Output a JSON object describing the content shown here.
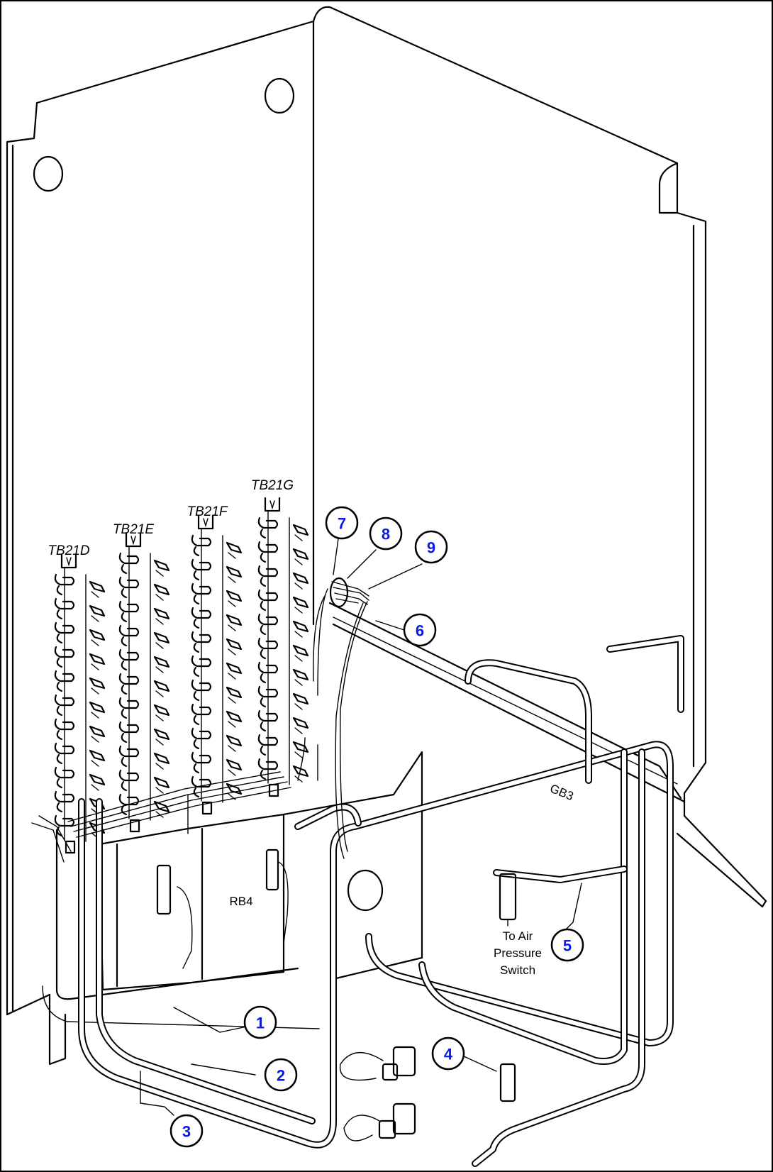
{
  "terminal_blocks": [
    "TB21D",
    "TB21E",
    "TB21F",
    "TB21G"
  ],
  "relay_label": "RB4",
  "rail_label": "GB3",
  "air_switch_label": [
    "To Air",
    "Pressure",
    "Switch"
  ],
  "callouts": [
    "1",
    "2",
    "3",
    "4",
    "5",
    "6",
    "7",
    "8",
    "9"
  ],
  "icons": [
    "terminal-block",
    "relay-module",
    "connector-plug",
    "grommet",
    "wire-harness"
  ]
}
